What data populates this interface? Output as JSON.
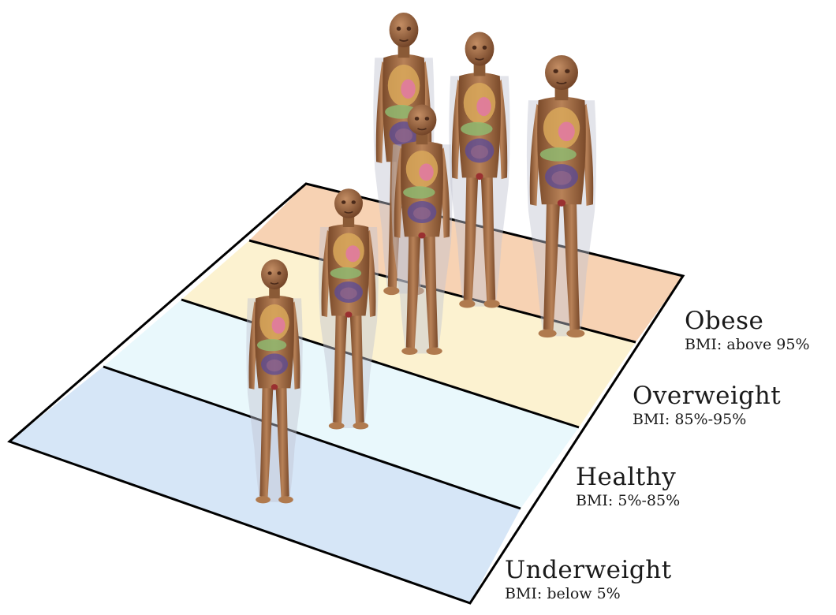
{
  "categories": [
    {
      "key": "obese",
      "title": "Obese",
      "range": "BMI: above 95%",
      "color": "#f7d2b3"
    },
    {
      "key": "overweight",
      "title": "Overweight",
      "range": "BMI: 85%-95%",
      "color": "#fcf2d0"
    },
    {
      "key": "healthy",
      "title": "Healthy",
      "range": "BMI: 5%-85%",
      "color": "#e9f8fc"
    },
    {
      "key": "underweight",
      "title": "Underweight",
      "range": "BMI: below 5%",
      "color": "#d6e6f7"
    }
  ],
  "figure_colors": {
    "skin": "#a87248",
    "shell": "#b8b8c4",
    "lung": "#d9a85a",
    "heart": "#e07aa0",
    "liver": "#8fb870",
    "intestine": "#5a4a9a"
  }
}
